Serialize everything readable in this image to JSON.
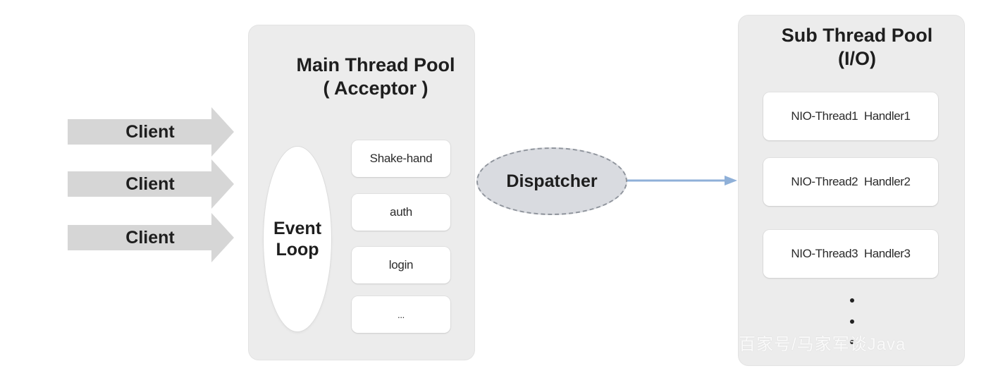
{
  "clients": [
    "Client",
    "Client",
    "Client"
  ],
  "main_pool": {
    "title_line1": "Main Thread Pool",
    "title_line2": "( Acceptor )",
    "event_loop_line1": "Event",
    "event_loop_line2": "Loop",
    "steps": [
      "Shake-hand",
      "auth",
      "login",
      "..."
    ]
  },
  "dispatcher": {
    "label": "Dispatcher"
  },
  "sub_pool": {
    "title_line1": "Sub Thread Pool",
    "title_line2": "(I/O)",
    "threads": [
      "NIO-Thread1  Handler1",
      "NIO-Thread2  Handler2",
      "NIO-Thread3  Handler3"
    ]
  },
  "watermark": "百家号/马家军谈Java",
  "colors": {
    "panel_bg": "#ececec",
    "client_arrow": "#d6d6d6",
    "dispatcher_fill": "#d9dbe0",
    "dispatcher_border": "#8f949c",
    "connector": "#8fb0d8"
  }
}
